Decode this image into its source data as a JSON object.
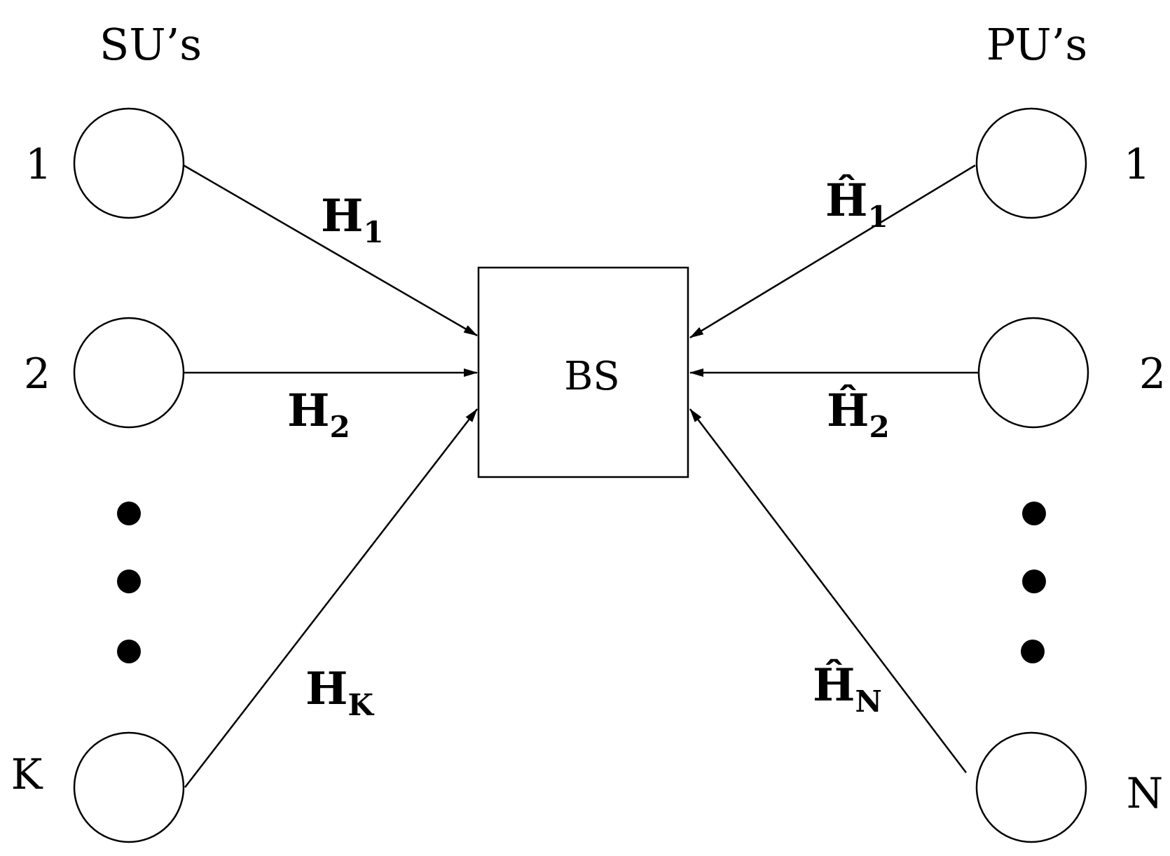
{
  "groups": {
    "su_title": "SU’s",
    "pu_title": "PU’s"
  },
  "base_station": {
    "label": "BS"
  },
  "su_nodes": [
    {
      "label": "1"
    },
    {
      "label": "2"
    },
    {
      "label": "K"
    }
  ],
  "pu_nodes": [
    {
      "label": "1"
    },
    {
      "label": "2"
    },
    {
      "label": "N"
    }
  ],
  "su_channels": [
    {
      "main": "H",
      "sub": "1"
    },
    {
      "main": "H",
      "sub": "2"
    },
    {
      "main": "H",
      "sub": "K"
    }
  ],
  "pu_channels": [
    {
      "main": "Ĥ",
      "sub": "1"
    },
    {
      "main": "Ĥ",
      "sub": "2"
    },
    {
      "main": "Ĥ",
      "sub": "N"
    }
  ],
  "ellipsis": {
    "symbol": "dot"
  }
}
